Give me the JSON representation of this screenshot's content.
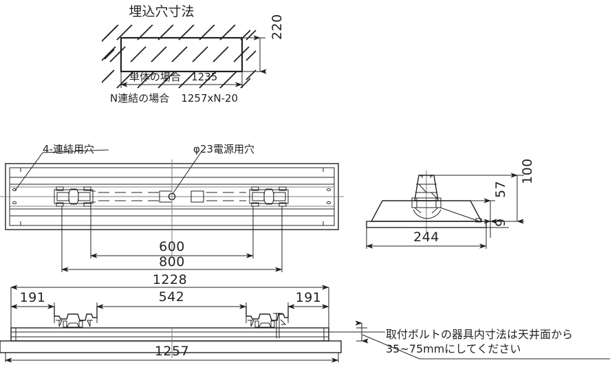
{
  "drawing": {
    "type": "technical-drawing",
    "subject": "recessed-luminaire-installation-dimensions",
    "units": "mm",
    "line_color": "#231f20",
    "accent_color": "#7d7d7d",
    "background": "#ffffff"
  },
  "top_view": {
    "title": "埋込穴寸法",
    "height_dim": "220",
    "single_label": "単体の場合",
    "single_value": "1235",
    "multi_label": "N連結の場合",
    "multi_value": "1257xN-20"
  },
  "plan_view": {
    "callout_left": "4-連結用穴",
    "callout_right": "φ23電源用穴",
    "dim_inner": "600",
    "dim_outer": "800"
  },
  "section_view": {
    "dim_width": "244",
    "dim_total_height": "100",
    "dim_body_height": "57",
    "dim_flange": "9"
  },
  "elevation_view": {
    "dim_overall_body": "1228",
    "dim_left_end": "191",
    "dim_center": "542",
    "dim_right_end": "191",
    "dim_overall": "1257"
  },
  "notes": {
    "line1": "取付ボルトの器具内寸法は天井面から",
    "line2": "35~75mmにしてください"
  },
  "icons": {
    "arrow": "dimension-arrow",
    "hatch": "section-hatch"
  }
}
